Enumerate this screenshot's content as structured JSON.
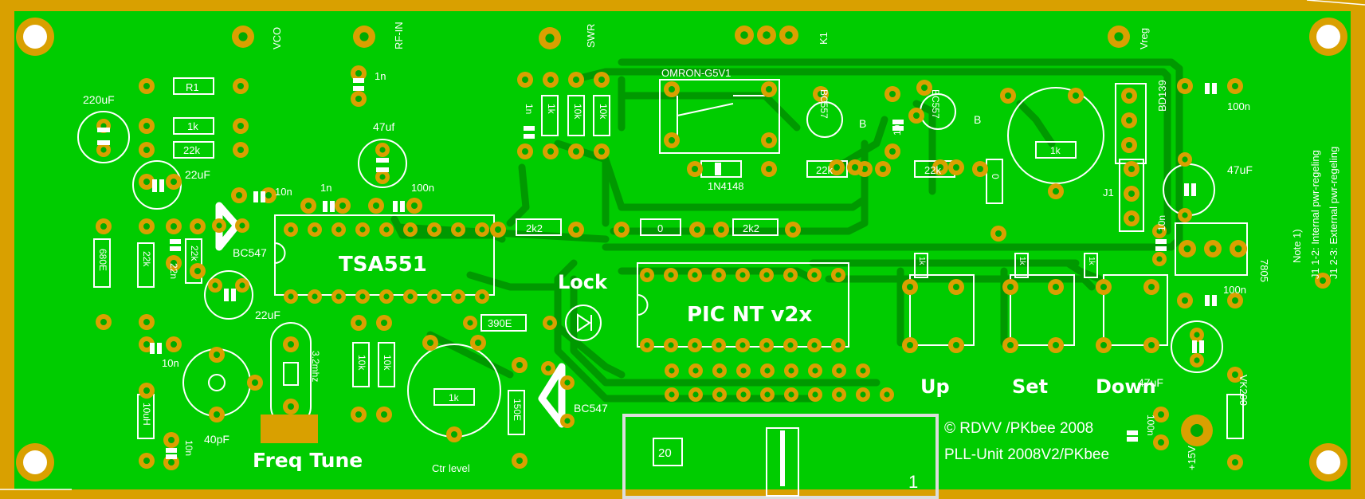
{
  "colors": {
    "copper": "#00cc00",
    "trace": "#009900",
    "pad": "#d9a000",
    "drill": "#00aa00",
    "silkscreen": "#ffffff",
    "frame": "#d9a000"
  },
  "board": {
    "credit": "© RDVV /PKbee 2008",
    "board_name": "PLL-Unit 2008V2/PKbee",
    "note_title": "Note 1)",
    "note_line1": "J1 1-2: Internal pwr-regeling",
    "note_line2": "J1 2-3: External pwr-regeling",
    "layer_number": "1"
  },
  "big_labels": {
    "tsa": "TSA551",
    "pic": "PIC NT v2x",
    "lock": "Lock",
    "freq_tune": "Freq Tune",
    "up": "Up",
    "set": "Set",
    "down": "Down"
  },
  "connectors": {
    "vco": "VCO",
    "rf_in": "RF-IN",
    "swr": "SWR",
    "k1": "K1",
    "vreg": "Vreg",
    "plus15v": "+15V",
    "j1": "J1",
    "bd139": "BD139",
    "reg7805": "7805",
    "relay": "OMRON-G5V1",
    "diode": "1N4148",
    "bc547_top": "BC547",
    "bc547_bottom": "BC547",
    "bc557_a": "BC557",
    "bc557_b": "BC557",
    "b_a": "B",
    "b_b": "B",
    "ctr_level": "Ctr level",
    "crystal": "3.2mhz",
    "trimcap": "40pF",
    "pot_1k": "1k",
    "box_20": "20"
  },
  "values": {
    "c220uf": "220uF",
    "r1": "R1",
    "r1k_a": "1k",
    "r22k_a": "22k",
    "c22uf_a": "22uF",
    "c10n_a": "10n",
    "c1n_a": "1n",
    "c47uf_a": "47uf",
    "c100n_a": "100n",
    "c1n_b": "1n",
    "r680e": "680E",
    "r22k_b": "22k",
    "c22n": "22n",
    "r22k_c": "22k",
    "c22uf_b": "22uF",
    "c10n_b": "10n",
    "l10uh": "10uH",
    "c10n_c": "10n",
    "r1k_b": "1k",
    "r10k_a": "10k",
    "r10k_b": "10k",
    "c1n_c": "1n",
    "r2k2_a": "2k2",
    "r0_a": "0",
    "r2k2_b": "2k2",
    "r390e": "390E",
    "r10k_c": "10k",
    "r10k_d": "10k",
    "r150e": "150E",
    "r22k_d": "22k",
    "c10n_d": "10n",
    "r22k_e": "22k",
    "r0_b": "0",
    "pot_1k_b": "1k",
    "c100n_b": "100n",
    "c47uf_b": "47uF",
    "c10n_e": "10n",
    "c100n_c": "100n",
    "c47uf_c": "47uF",
    "c100n_d": "100n",
    "vk200": "VK200",
    "sw_1k_a": "1k",
    "sw_1k_b": "1k",
    "sw_1k_c": "1k"
  }
}
